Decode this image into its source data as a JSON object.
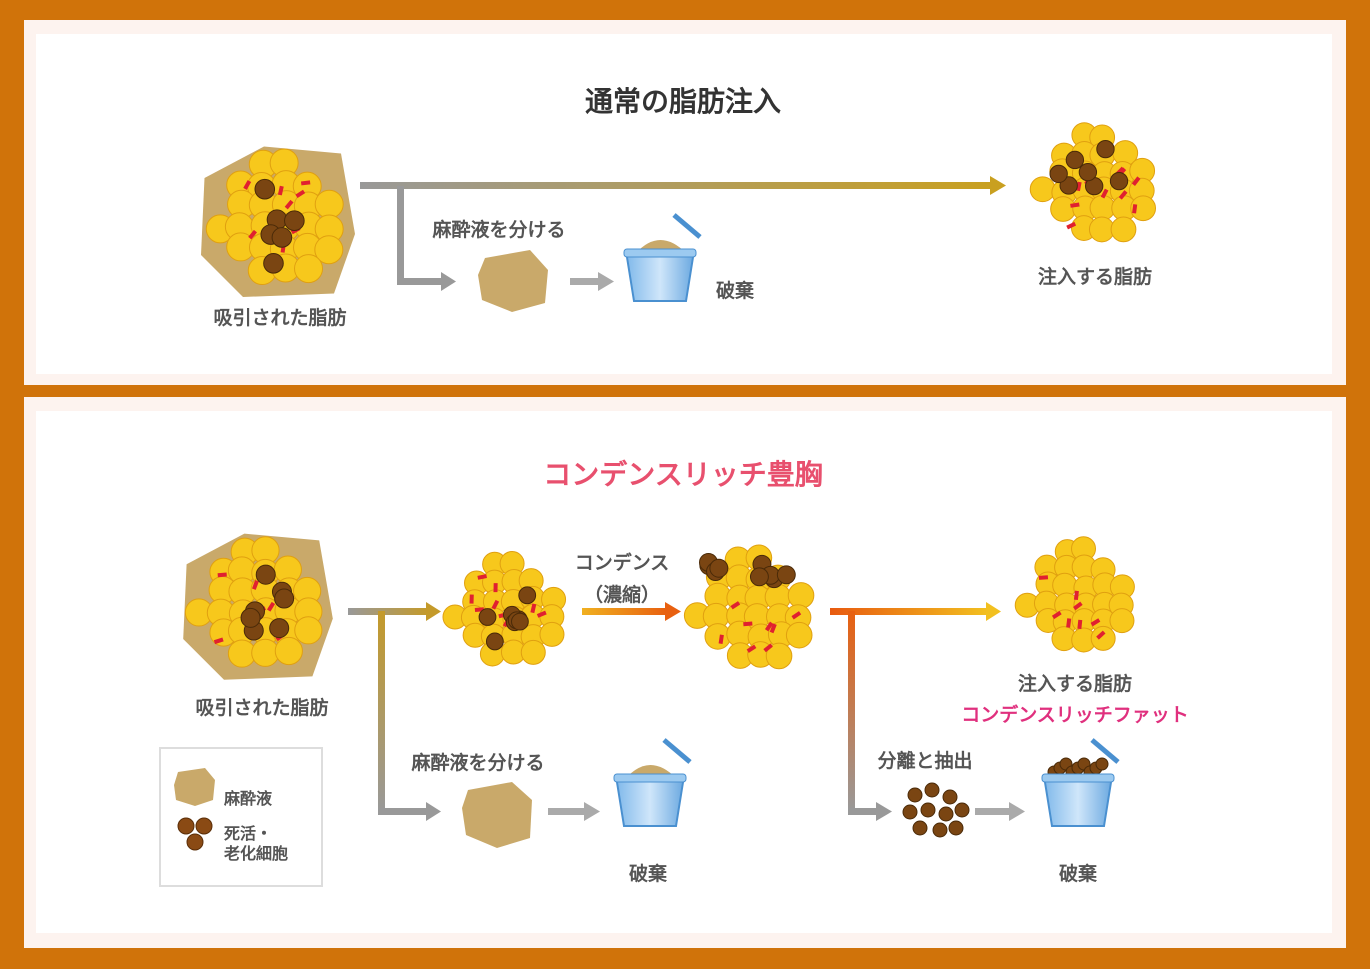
{
  "top": {
    "title": "通常の脂肪注入",
    "suctioned_label": "吸引された脂肪",
    "separate_label": "麻酔液を分ける",
    "discard_label": "破棄",
    "inject_label": "注入する脂肪"
  },
  "bottom": {
    "title": "コンデンスリッチ豊胸",
    "suctioned_label": "吸引された脂肪",
    "condense_label": "コンデンス",
    "condense_sub": "（濃縮）",
    "separate_label": "麻酔液を分ける",
    "discard_label1": "破棄",
    "extract_label": "分離と抽出",
    "discard_label2": "破棄",
    "inject_label": "注入する脂肪",
    "crf_label": "コンデンスリッチファット"
  },
  "legend": {
    "anesthetic": "麻酔液",
    "dead_cells_1": "死活・",
    "dead_cells_2": "老化細胞"
  },
  "colors": {
    "frame": "#d0730a",
    "pink_title": "#e8506e",
    "magenta": "#e0307e",
    "fat": "#f5c518",
    "tan": "#c9a96a",
    "brown": "#8a4a14"
  }
}
